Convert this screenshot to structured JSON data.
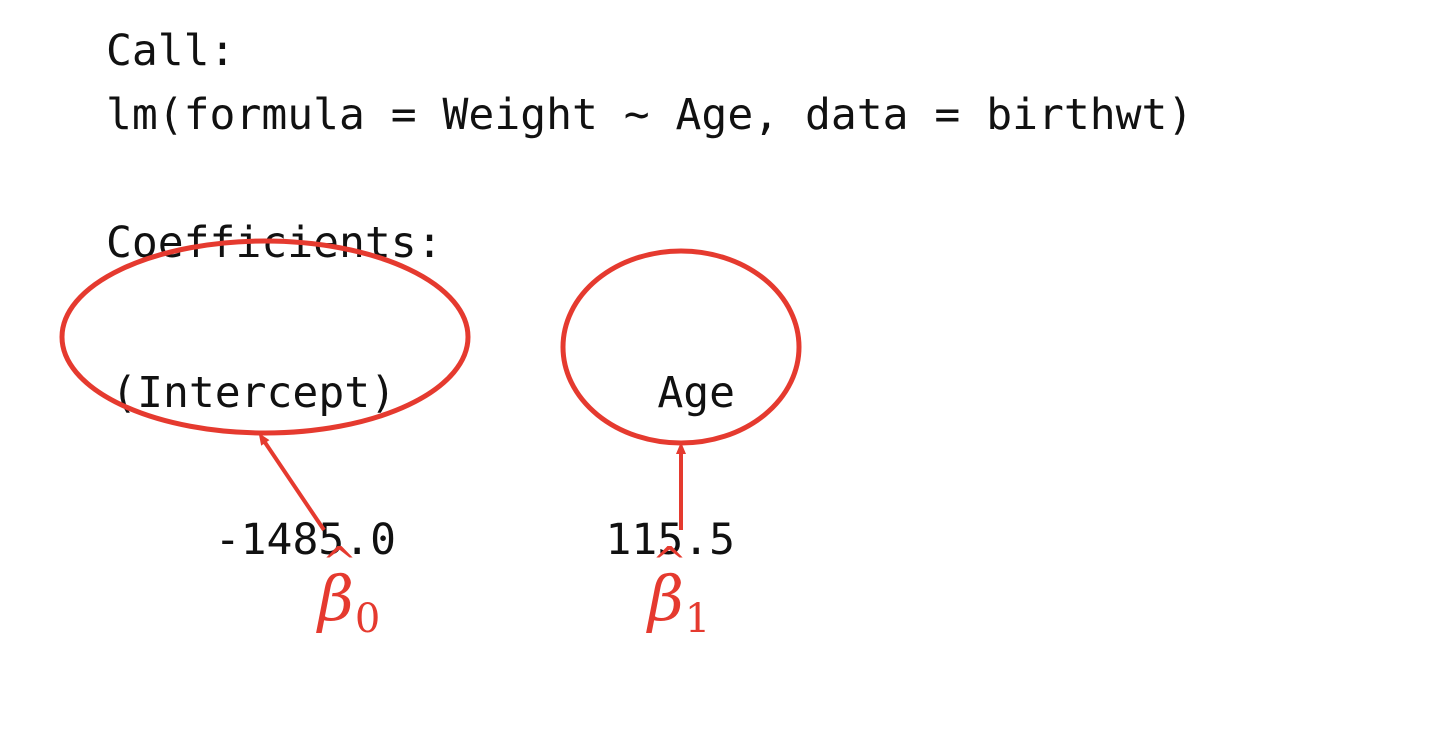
{
  "console": {
    "call_header": "Call:",
    "call_expr": "lm(formula = Weight ~ Age, data = birthwt)",
    "coefficients_header": "Coefficients:"
  },
  "coefficients": [
    {
      "name": "(Intercept)",
      "value": "-1485.0"
    },
    {
      "name": "Age",
      "value": "115.5"
    }
  ],
  "annotations": {
    "color": "#e53a2f",
    "beta0": {
      "symbol": "β",
      "hat": "^",
      "subscript": "0"
    },
    "beta1": {
      "symbol": "β",
      "hat": "^",
      "subscript": "1"
    }
  }
}
